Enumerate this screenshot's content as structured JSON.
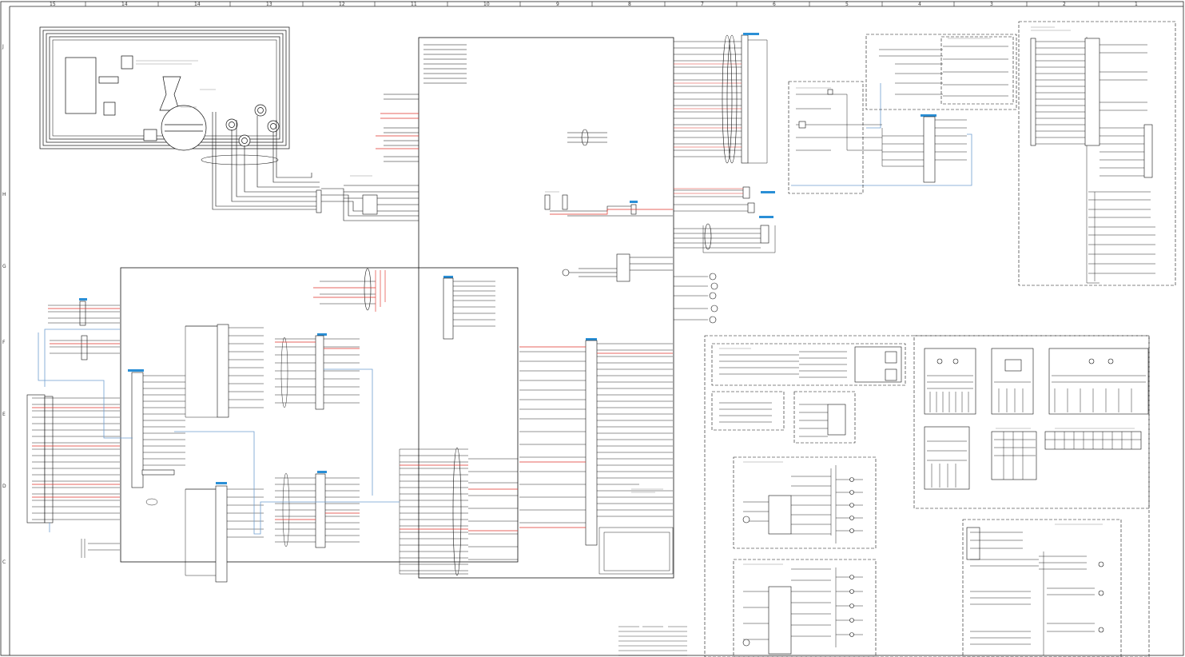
{
  "sheet": {
    "zone_columns": [
      "15",
      "14",
      "14",
      "13",
      "12",
      "11",
      "10",
      "9",
      "8",
      "7",
      "6",
      "5",
      "4",
      "3",
      "2",
      "1"
    ],
    "zone_rows": [
      "J",
      "H",
      "G",
      "F",
      "E",
      "D",
      "C"
    ]
  },
  "colors": {
    "wire": "#111111",
    "wire_red": "#e0352b",
    "wire_blue": "#6f9fd0",
    "connector_tag": "#2a8fd6",
    "border": "#222222",
    "background": "#ffffff"
  },
  "icons": [
    "motor-icon",
    "ground-icon",
    "lamp-icon",
    "sensor-icon",
    "relay-icon"
  ]
}
